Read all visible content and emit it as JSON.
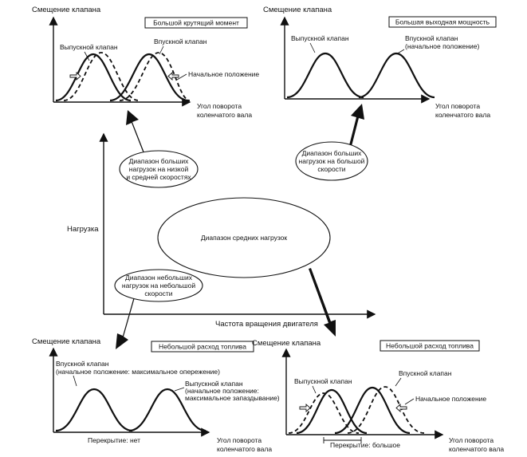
{
  "valve_lift": "Смещение клапана",
  "crank_angle_1": "Угол поворота",
  "crank_angle_2": "коленчатого вала",
  "exhaust_valve": "Выпускной клапан",
  "intake_valve": "Впускной клапан",
  "initial_position": "Начальное положение",
  "load_axis": "Нагрузка",
  "engine_speed_axis": "Частота вращения двигателя",
  "middle_load_range": "Диапазон средних нагрузок",
  "panel_tl": {
    "badge": "Большой крутящий момент",
    "range": [
      "Диапазон больших",
      "нагрузок на низкой",
      "и средней скоростях"
    ]
  },
  "panel_tr": {
    "badge": "Большая выходная мощность",
    "intake_note": "(начальное положение)",
    "range": [
      "Диапазон больших",
      "нагрузок на большой",
      "скорости"
    ]
  },
  "panel_bl": {
    "badge": "Небольшой расход топлива",
    "intake_note": "(начальное положение: максимальное опережение)",
    "exhaust_note_1": "(начальное положение:",
    "exhaust_note_2": "максимальное запаздывание)",
    "overlap": "Перекрытие: нет",
    "range": [
      "Диапазон небольших",
      "нагрузок на небольшой",
      "скорости"
    ]
  },
  "panel_br": {
    "badge": "Небольшой расход топлива",
    "overlap": "Перекрытие: большое"
  }
}
